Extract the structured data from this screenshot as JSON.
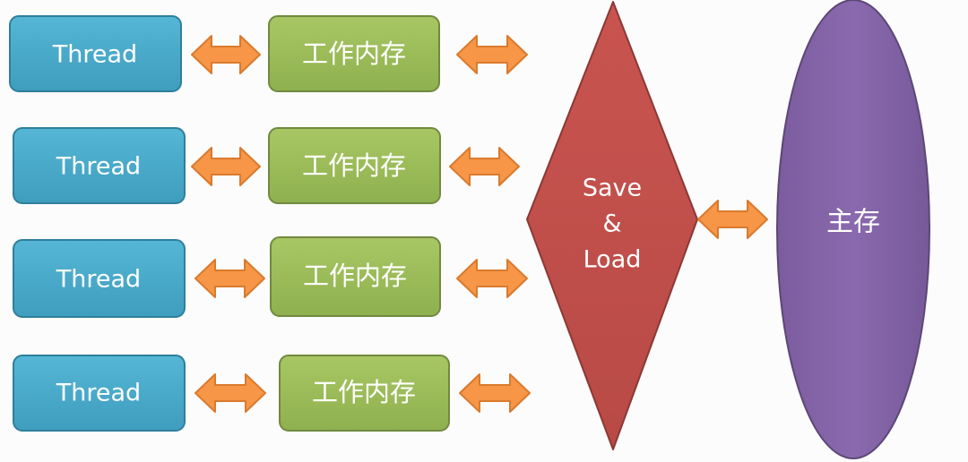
{
  "threads": [
    "Thread",
    "Thread",
    "Thread",
    "Thread"
  ],
  "working_memory": [
    "工作内存",
    "工作内存",
    "工作内存",
    "工作内存"
  ],
  "save_load": {
    "line1": "Save",
    "line2": "&",
    "line3": "Load"
  },
  "main_memory": "主存",
  "colors": {
    "thread_fill": "#4aa8c8",
    "thread_stroke": "#2f7f9c",
    "memory_fill": "#9bbb59",
    "memory_stroke": "#71893f",
    "arrow_fill": "#f79646",
    "arrow_stroke": "#d97a2e",
    "diamond_fill": "#c0504d",
    "diamond_stroke": "#8c3836",
    "ellipse_fill": "#8064a2",
    "ellipse_stroke": "#5c4776"
  }
}
